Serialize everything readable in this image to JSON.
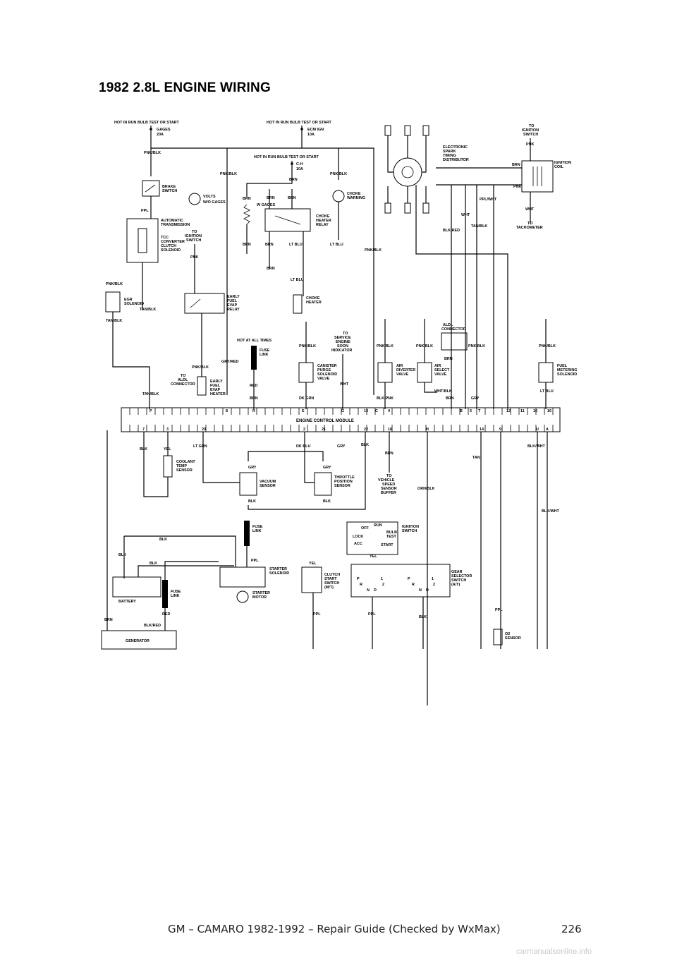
{
  "page": {
    "title": "1982 2.8L ENGINE WIRING",
    "footer": "GM – CAMARO 1982-1992 – Repair Guide (Checked by WxMax)",
    "page_number": "226",
    "watermark": "carmanualsonline.info"
  },
  "diagram": {
    "labels": {
      "hot_run_bulb_1": "HOT IN RUN BULB TEST OR START",
      "hot_run_bulb_2": "HOT IN RUN BULB TEST OR START",
      "hot_run_bulb_3": "HOT IN RUN BULB TEST OR START",
      "gages_fuse": "GAGES",
      "gages_amps": "20A",
      "ecm_fuse": "ECM IGN",
      "ecm_amps": "10A",
      "ch_fuse": "C-H",
      "ch_amps": "10A",
      "to_ign_1": "TO",
      "to_ign_2": "IGNITION",
      "to_ign_3": "SWITCH",
      "est_1": "ELECTRONIC",
      "est_2": "SPARK",
      "est_3": "TIMING",
      "est_4": "DISTRIBUTOR",
      "coil_1": "IGNITION",
      "coil_2": "COIL",
      "tach_1": "TO",
      "tach_2": "TACHOMETER",
      "brake_1": "BRAKE",
      "brake_2": "SWITCH",
      "volts_1": "VOLTS",
      "volts_2": "W/O GAGES",
      "w_gages": "W GAGES",
      "choke_warn_1": "CHOKE",
      "choke_warn_2": "WARNING",
      "choke_relay_1": "CHOKE",
      "choke_relay_2": "HEATER",
      "choke_relay_3": "RELAY",
      "auto_trans_1": "AUTOMATIC",
      "auto_trans_2": "TRANSMISSION",
      "tcc_1": "TCC",
      "tcc_2": "CONVERTER",
      "tcc_3": "CLUTCH",
      "tcc_4": "SOLENOID",
      "to_ign2_1": "TO",
      "to_ign2_2": "IGNITION",
      "to_ign2_3": "SWITCH",
      "egr_1": "EGR",
      "egr_2": "SOLENOID",
      "efe_relay_1": "EARLY",
      "efe_relay_2": "FUEL",
      "efe_relay_3": "EVAP",
      "efe_relay_4": "RELAY",
      "choke_heater_1": "CHOKE",
      "choke_heater_2": "HEATER",
      "hot_all_times": "HOT AT ALL TIMES",
      "fuse_link_1": "FUSE",
      "fuse_link_2": "LINK",
      "ses_1": "TO",
      "ses_2": "SERVICE",
      "ses_3": "ENGINE",
      "ses_4": "SOON",
      "ses_5": "INDICATOR",
      "aldl_1": "ALDL",
      "aldl_2": "CONNECTOR",
      "to_aldl_1": "TO",
      "to_aldl_2": "ALDL",
      "to_aldl_3": "CONNECTOR",
      "efe_heater_1": "EARLY",
      "efe_heater_2": "FUEL",
      "efe_heater_3": "EVAP",
      "efe_heater_4": "HEATER",
      "canister_1": "CANISTER",
      "canister_2": "PURGE",
      "canister_3": "SOLENOID",
      "canister_4": "VALVE",
      "air_div_1": "AIR",
      "air_div_2": "DIVERTER",
      "air_div_3": "VALVE",
      "air_sel_1": "AIR",
      "air_sel_2": "SELECT",
      "air_sel_3": "VALVE",
      "fuel_met_1": "FUEL",
      "fuel_met_2": "METERING",
      "fuel_met_3": "SOLENOID",
      "ecm": "ENGINE CONTROL MODULE",
      "coolant_1": "COOLANT",
      "coolant_2": "TEMP",
      "coolant_3": "SENSOR",
      "vacuum_1": "VACUUM",
      "vacuum_2": "SENSOR",
      "tps_1": "THROTTLE",
      "tps_2": "POSITION",
      "tps_3": "SENSOR",
      "vss_1": "TO",
      "vss_2": "VEHICLE",
      "vss_3": "SPEED",
      "vss_4": "SENSOR",
      "vss_5": "BUFFER",
      "ign_sw_1": "IGNITION",
      "ign_sw_2": "SWITCH",
      "ign_off": "OFF",
      "ign_run": "RUN",
      "ign_bulb": "BULB",
      "ign_test": "TEST",
      "ign_lock": "LOCK",
      "ign_acc": "ACC",
      "ign_start": "START",
      "fuse_link2_1": "FUSE",
      "fuse_link2_2": "LINK",
      "fuse_link3_1": "FUSE",
      "fuse_link3_2": "LINK",
      "battery": "BATTERY",
      "starter_sol_1": "STARTER",
      "starter_sol_2": "SOLENOID",
      "starter_mot_1": "STARTER",
      "starter_mot_2": "MOTOR",
      "clutch_1": "CLUTCH",
      "clutch_2": "START",
      "clutch_3": "SWITCH",
      "clutch_4": "(M/T)",
      "gear_1": "GEAR",
      "gear_2": "SELECTOR",
      "gear_3": "SWITCH",
      "gear_4": "(A/T)",
      "o2_1": "O2",
      "o2_2": "SENSOR",
      "generator": "GENERATOR"
    },
    "wires": {
      "pnk_blk_a": "PNK/BLK",
      "pnk_blk_b": "PNK/BLK",
      "pnk_blk_c": "PNK/BLK",
      "pnk_blk_d": "PNK/BLK",
      "pnk_blk_e": "PNK/BLK",
      "pnk_blk_f": "PNK/BLK",
      "pnk_blk_g": "PNK/BLK",
      "pnk_blk_h": "PNK/BLK",
      "pnk_blk_i": "PNK/BLK",
      "pnk_blk_j": "PNK/BLK",
      "pnk_blk_k": "PNK/BLK",
      "brn_a": "BRN",
      "brn_b": "BRN",
      "brn_c": "BRN",
      "brn_d": "BRN",
      "brn_e": "BRN",
      "brn_f": "BRN",
      "brn_g": "BRN",
      "brn_h": "BRN",
      "brn_i": "BRN",
      "brn_j": "BRN",
      "ltblu_a": "LT BLU",
      "ltblu_b": "LT BLU",
      "ltblu_c": "LT BLU",
      "ltblu_d": "LT BLU",
      "ppl_a": "PPL",
      "ppl_b": "PPL",
      "ppl_c": "PPL",
      "ppl_d": "PPL",
      "ppl_e": "PPL",
      "pnk_a": "PNK",
      "pnk_b": "PNK",
      "pnk_c": "PNK",
      "wht_a": "WHT",
      "wht_b": "WHT",
      "ppl_wht": "PPL/WHT",
      "tan_blk_a": "TAN/BLK",
      "tan_blk_b": "TAN/BLK",
      "tan_blk_c": "TAN/BLK",
      "tan_blk_d": "TAN/BLK",
      "blk_red_a": "BLK/RED",
      "blk_red_b": "BLK/RED",
      "gry_red": "GRY/RED",
      "red_a": "RED",
      "red_b": "RED",
      "dk_grn": "DK GRN",
      "blk_pnk": "BLK/PNK",
      "wht_blk": "WHT/BLK",
      "gry_a": "GRY",
      "gry_b": "GRY",
      "gry_c": "GRY",
      "gry_d": "GRY",
      "blk_a": "BLK",
      "blk_b": "BLK",
      "blk_c": "BLK",
      "blk_d": "BLK",
      "blk_e": "BLK",
      "blk_f": "BLK",
      "blk_g": "BLK",
      "blk_h": "BLK",
      "blk_i": "BLK",
      "yel_a": "YEL",
      "yel_b": "YEL",
      "yel_c": "YEL",
      "lt_grn": "LT GRN",
      "dk_blu": "DK BLU",
      "tan": "TAN",
      "blk_wht_a": "BLK/WHT",
      "blk_wht_b": "BLK/WHT",
      "orn_blk": "ORN/BLK"
    },
    "ecm_top_pins": [
      "P",
      "8",
      "R",
      "E",
      "G",
      "13",
      "C",
      "4",
      "B",
      "5",
      "T",
      "12",
      "11",
      "10",
      "16"
    ],
    "ecm_bottom_pins": [
      "7",
      "3",
      "20",
      "2",
      "21",
      "22",
      "16",
      "H",
      "14",
      "9",
      "U",
      "A"
    ],
    "gear_positions": [
      "P",
      "R",
      "N",
      "D",
      "1",
      "2"
    ]
  }
}
